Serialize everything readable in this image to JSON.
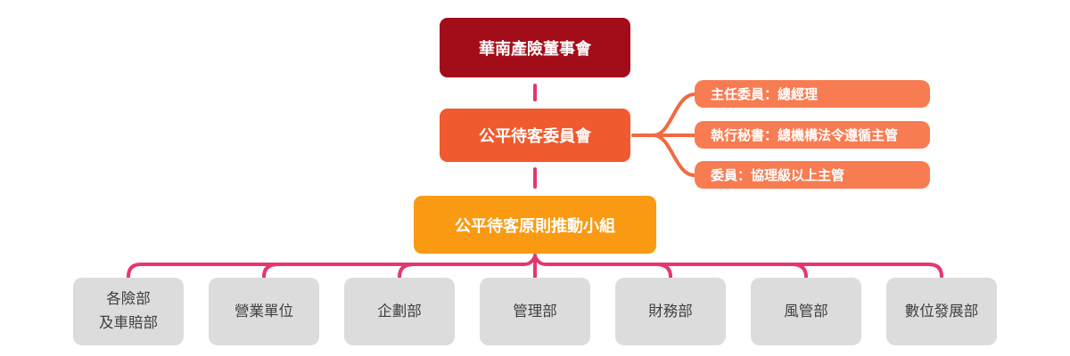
{
  "colors": {
    "board_red": "#A30D1A",
    "committee_orange_red": "#F05A2E",
    "role_orange": "#F87C52",
    "fan_orange": "#F26A40",
    "taskforce_orange": "#FA9A12",
    "department_gray": "#DCDCDC",
    "department_text": "#404040",
    "connector_pink": "#E5376D",
    "text_white": "#FFFFFF"
  },
  "org": {
    "board": {
      "label": "華南產險董事會"
    },
    "committee": {
      "label": "公平待客委員會"
    },
    "committee_roles": [
      {
        "label": "主任委員：總經理"
      },
      {
        "label": "執行秘書：總機構法令遵循主管"
      },
      {
        "label": "委員：協理級以上主管"
      }
    ],
    "taskforce": {
      "label": "公平待客原則推動小組"
    },
    "departments": [
      {
        "label": "各險部\n及車賠部"
      },
      {
        "label": "營業單位"
      },
      {
        "label": "企劃部"
      },
      {
        "label": "管理部"
      },
      {
        "label": "財務部"
      },
      {
        "label": "風管部"
      },
      {
        "label": "數位發展部"
      }
    ]
  }
}
